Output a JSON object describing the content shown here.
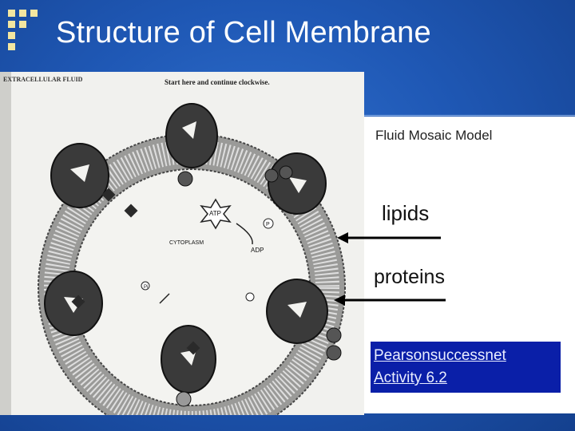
{
  "slide": {
    "title": "Structure of Cell Membrane",
    "colors": {
      "background": "#1f58b5",
      "title_text": "#ffffff",
      "logo": "#f3e6a0",
      "link_box": "#0a1fa8"
    }
  },
  "diagram": {
    "labels": {
      "extracellular": "EXTRACELLULAR FLUID",
      "start": "Start here and continue clockwise.",
      "cytoplasm": "CYTOPLASM",
      "atp": "ATP",
      "adp": "ADP",
      "p": "P",
      "pi": "Pi"
    }
  },
  "labels": {
    "fluid_mosaic": "Fluid Mosaic Model",
    "lipids": "lipids",
    "proteins": "proteins"
  },
  "link": {
    "line1": "Pearsonsuccessnet",
    "line2": "Activity 6.2"
  },
  "icons": [
    "logo-squares-icon",
    "arrow-left-icon"
  ]
}
